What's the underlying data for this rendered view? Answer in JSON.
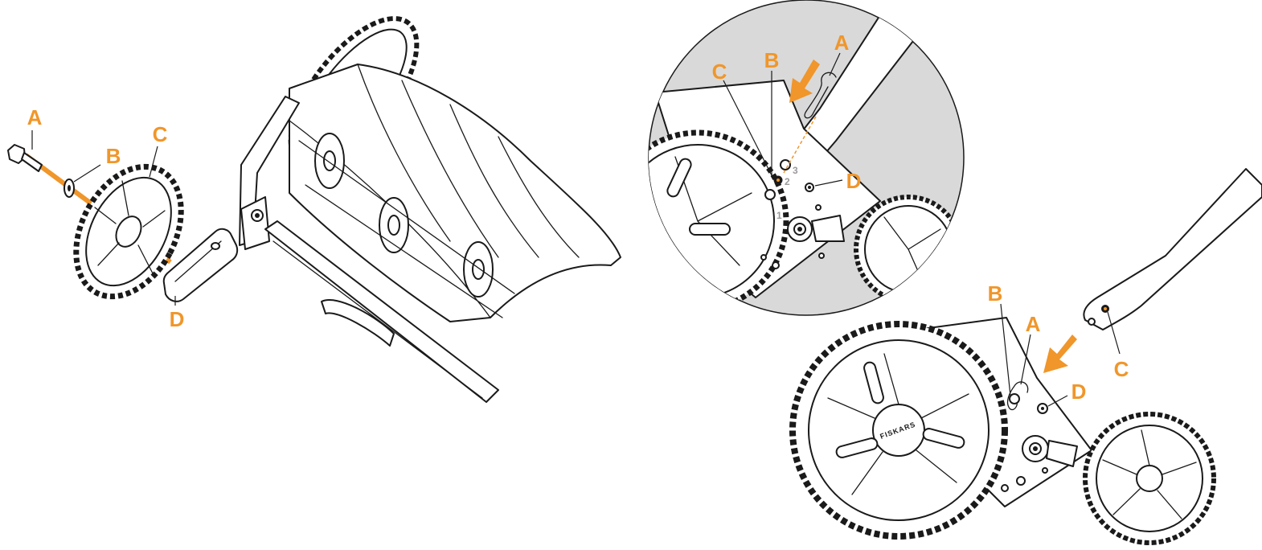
{
  "colors": {
    "accent": "#f0962a",
    "ink": "#1a1a1a",
    "zoom_background": "#d9d9d9"
  },
  "brand": "FISKARS",
  "figure_left": {
    "labels": {
      "a": "A",
      "b": "B",
      "c": "C",
      "d": "D"
    }
  },
  "figure_detail": {
    "labels": {
      "a": "A",
      "b": "B",
      "c": "C",
      "d": "D"
    },
    "hole_numbers": [
      "1",
      "2",
      "3"
    ]
  },
  "figure_right": {
    "labels": {
      "a": "A",
      "b": "B",
      "c": "C",
      "d": "D"
    }
  }
}
